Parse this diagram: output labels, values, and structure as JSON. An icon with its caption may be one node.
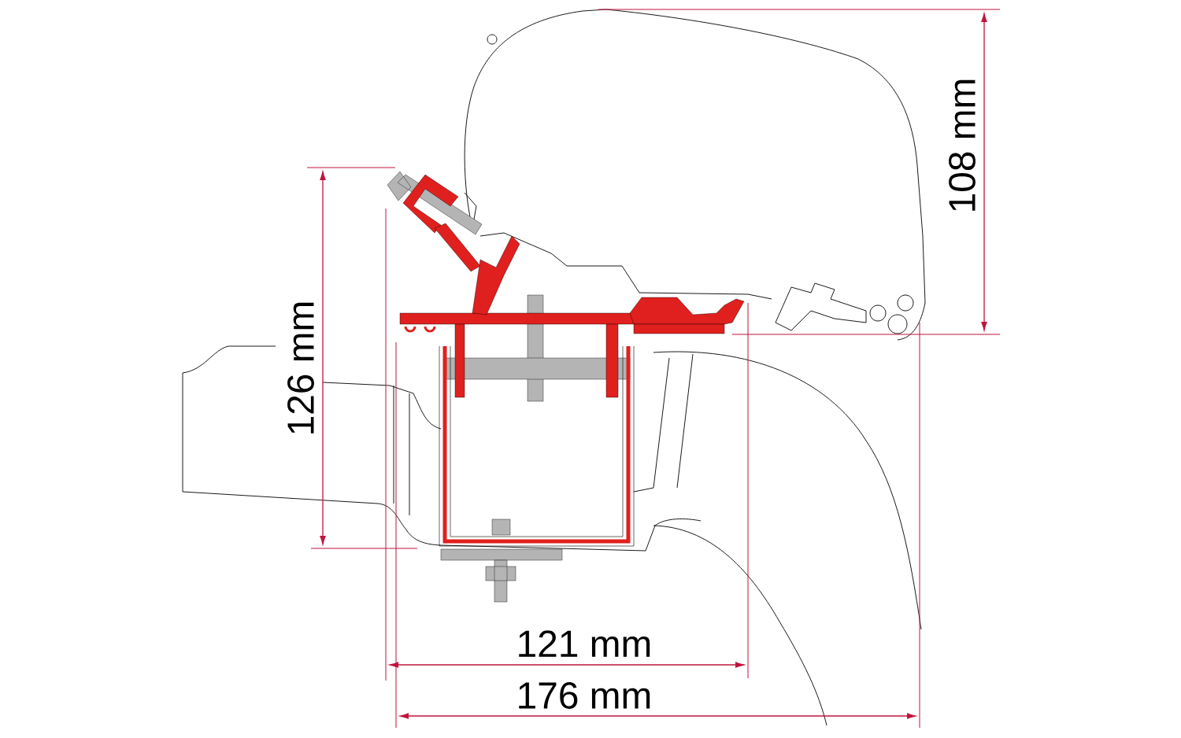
{
  "diagram": {
    "labels": [
      "108 mm",
      "126 mm",
      "121 mm",
      "176 mm"
    ]
  }
}
